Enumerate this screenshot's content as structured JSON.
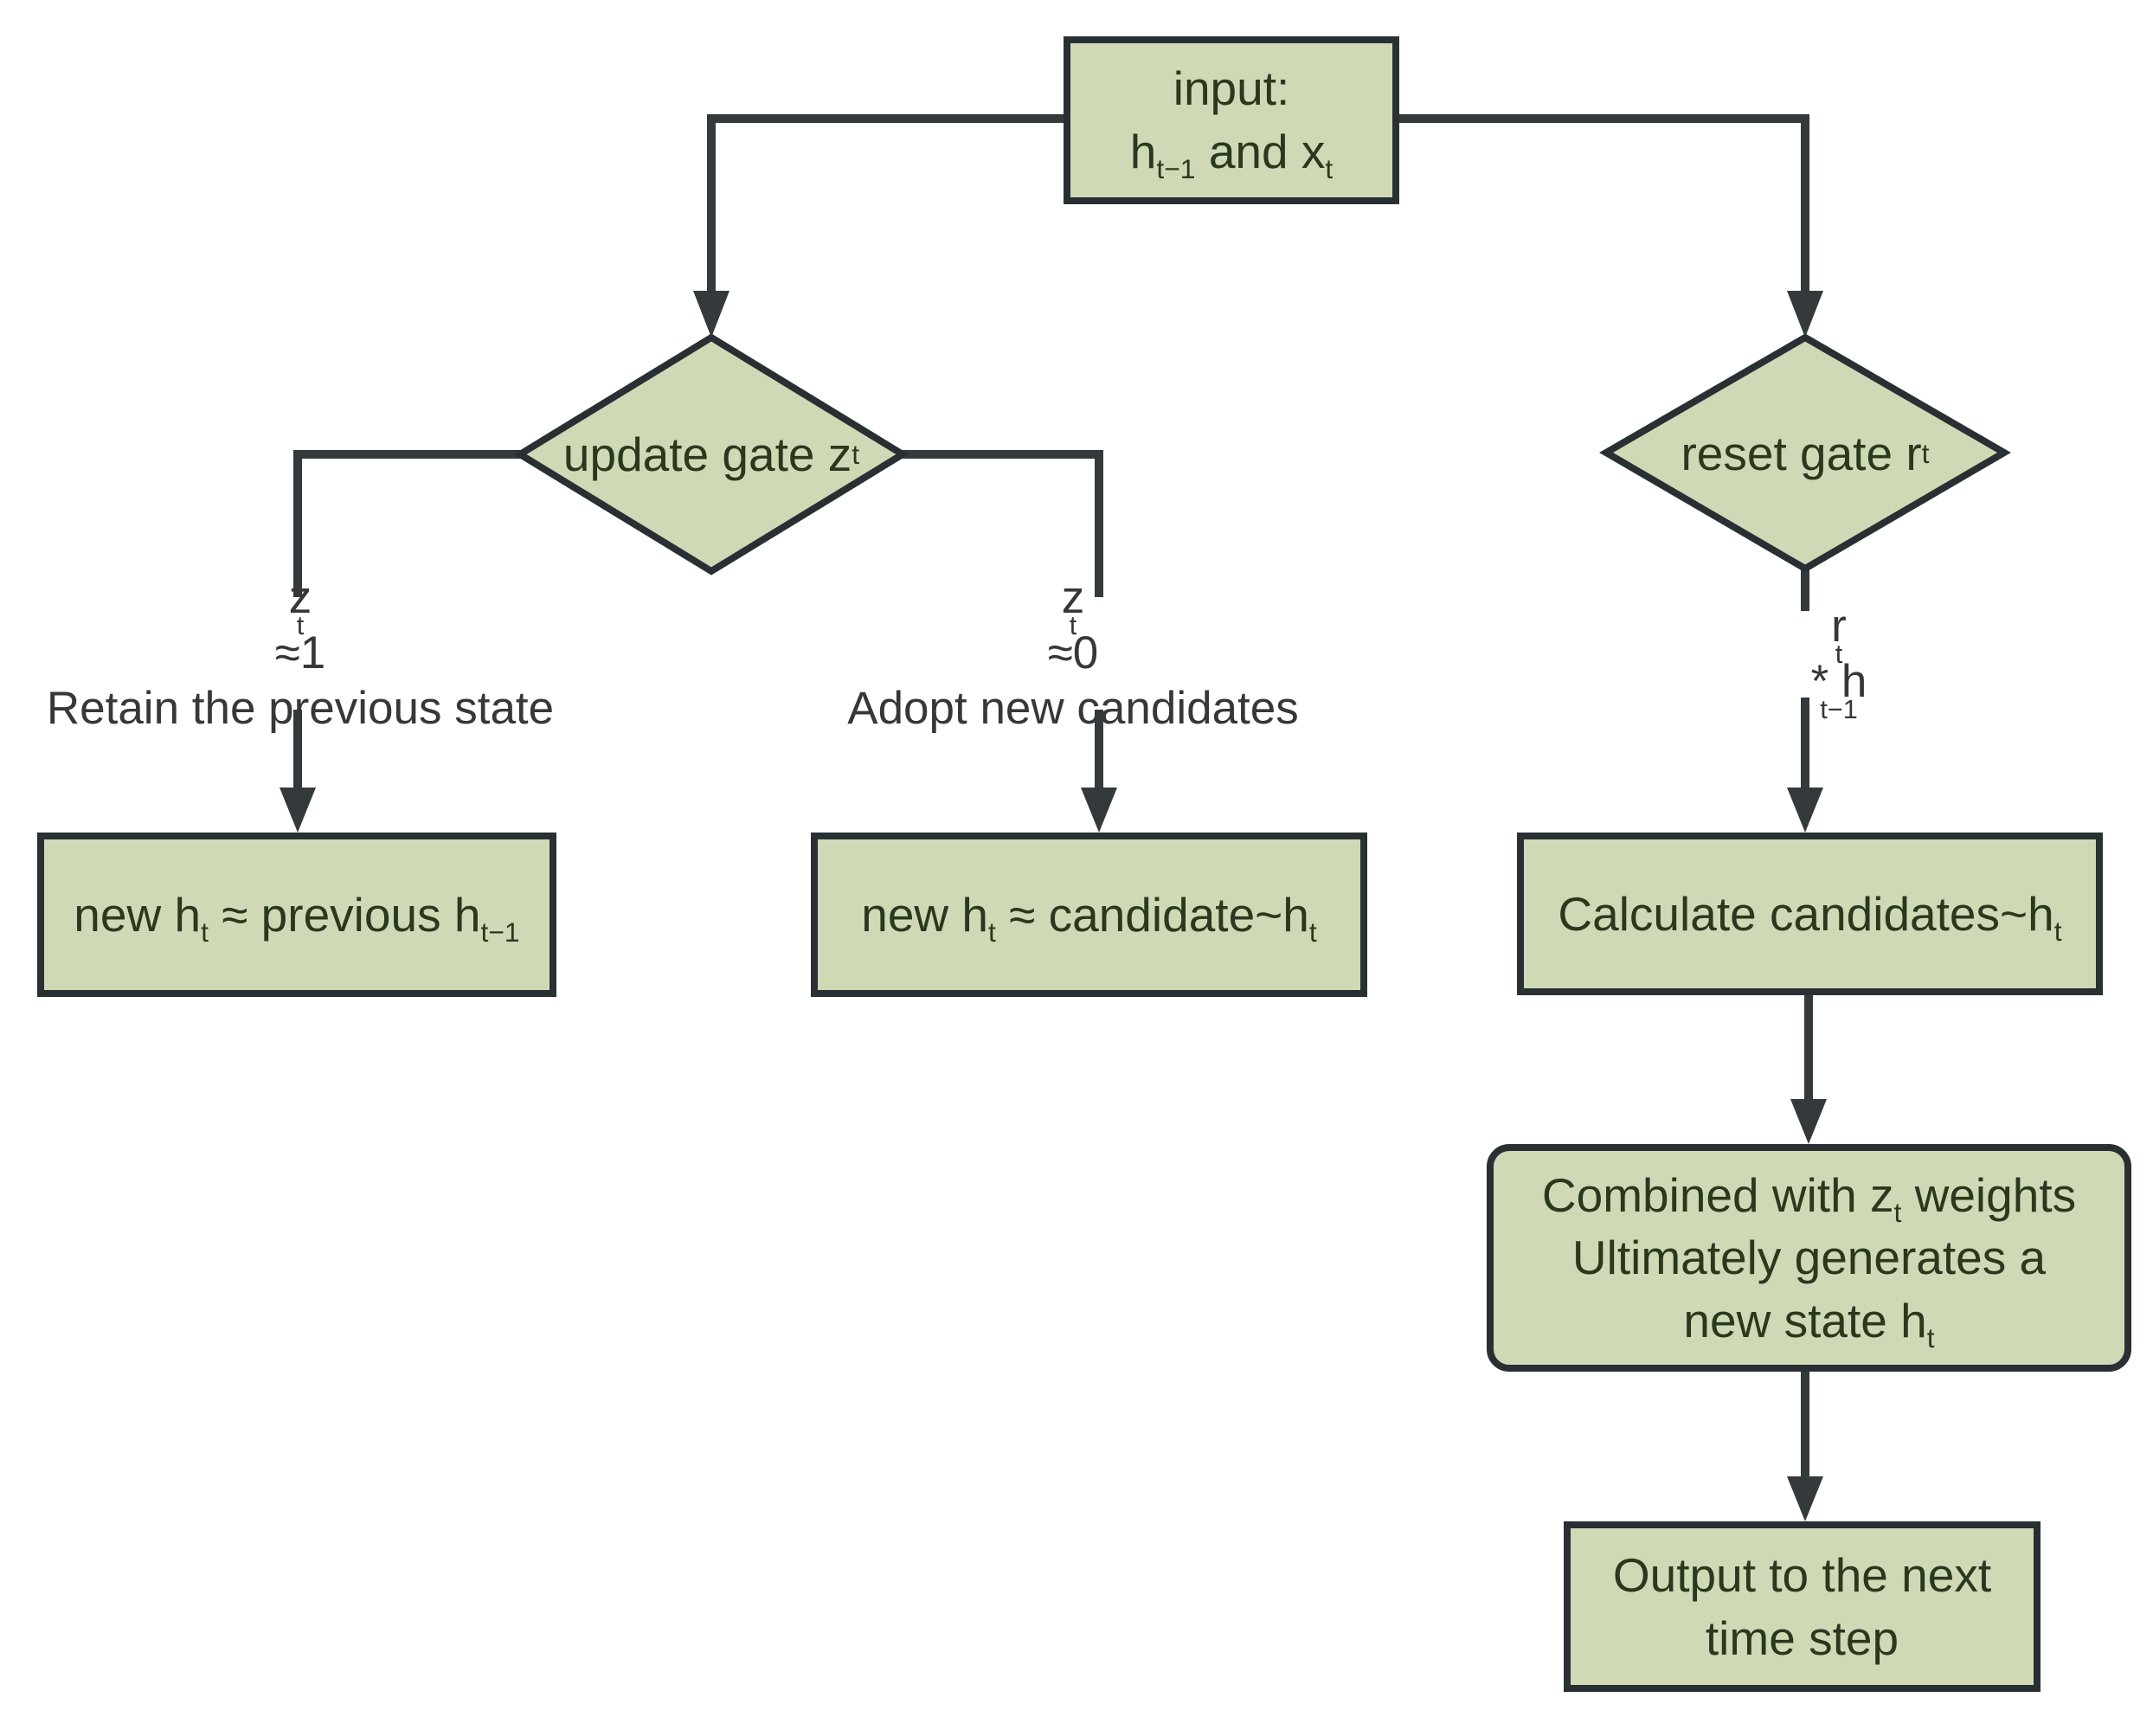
{
  "diagram": {
    "description": "GRU gates flowchart",
    "colors": {
      "node_fill": "#d0d9b6",
      "node_border": "#283034",
      "connector": "#343a3c",
      "node_text": "#2a381e",
      "label_text": "#373737",
      "background": "#ffffff"
    },
    "nodes": {
      "input_box": {
        "text": "input:\nh_{t−1} and x_{t}"
      },
      "update_gate": {
        "text": "update gate z_{t}"
      },
      "reset_gate": {
        "text": "reset gate r_{t}"
      },
      "retain_box": {
        "text": "new h_{t} ≈ previous h_{t−1}"
      },
      "adopt_box": {
        "text": "new h_{t} ≈ candidate~h_{t}"
      },
      "calc_box": {
        "text": "Calculate candidates~h_{t}"
      },
      "combine_box": {
        "text": "Combined with z_{t} weights\nUltimately generates a\nnew state h_{t}"
      },
      "output_box": {
        "text": "Output to the next\ntime step"
      }
    },
    "edge_labels": {
      "retain_label": {
        "text": "z_{t}≈1\nRetain the previous state"
      },
      "adopt_label": {
        "text": "z_{t}≈0\nAdopt new candidates"
      },
      "reset_mul_label": {
        "text": "r_{t} * h_{t−1}"
      }
    }
  }
}
